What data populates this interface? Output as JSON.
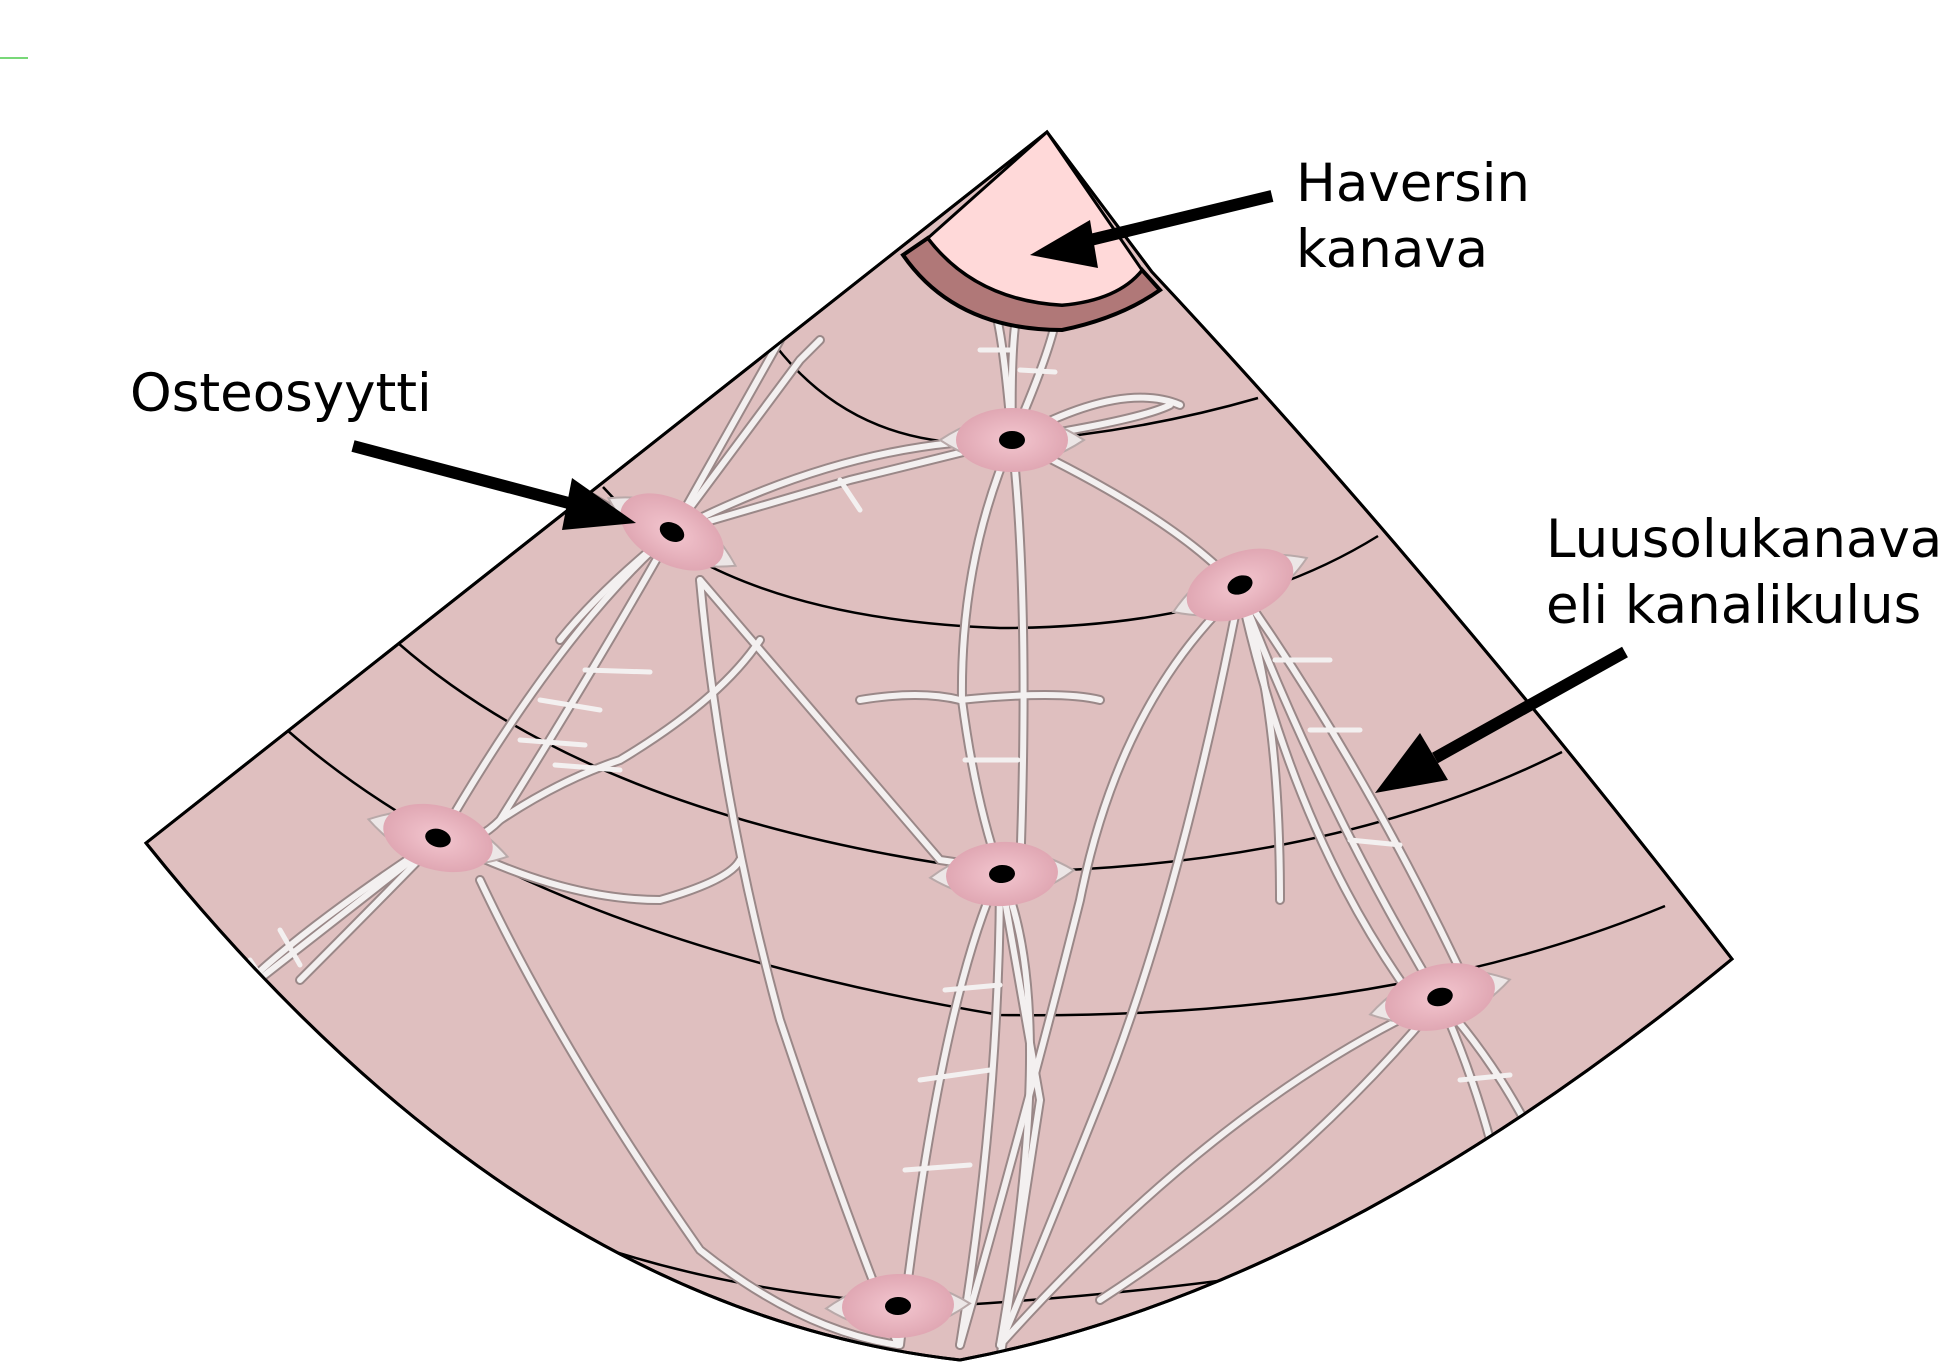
{
  "labels": {
    "haversian_canal": {
      "line1": "Haversin",
      "line2": "kanava"
    },
    "osteocyte": "Osteosyytti",
    "canaliculus": {
      "line1": "Luusolukanava",
      "line2": "eli kanalikulus"
    }
  },
  "colors": {
    "bone_matrix": "#dfbfbf",
    "haversian_canal_fill": "#ffd9d9",
    "canal_rim": "#b07878",
    "canaliculi": "#f3f0f0",
    "canaliculi_outline": "#9a8888",
    "cell_lacuna": "#ece6e6",
    "cell_body": "#e8b4bf",
    "nucleus": "#000000",
    "outline": "#000000",
    "arrow": "#000000"
  }
}
